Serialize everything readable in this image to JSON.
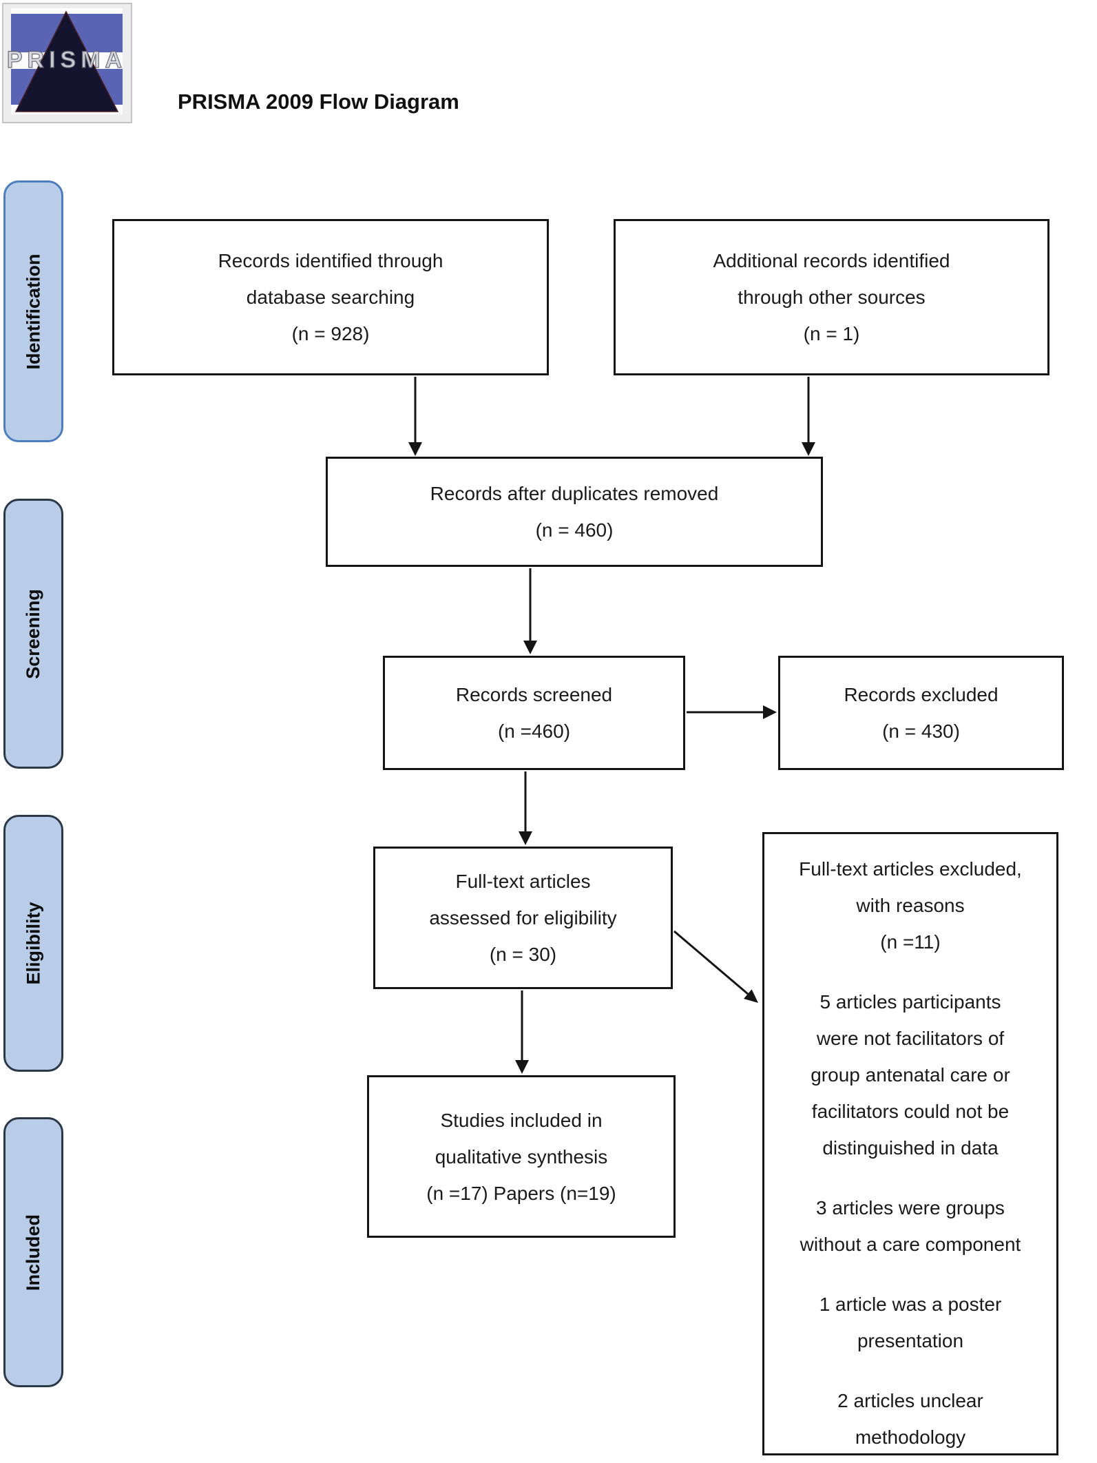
{
  "header": {
    "logo_text": "PRISMA",
    "title": "PRISMA 2009 Flow Diagram"
  },
  "stages": [
    {
      "label": "Identification"
    },
    {
      "label": "Screening"
    },
    {
      "label": "Eligibility"
    },
    {
      "label": "Included"
    }
  ],
  "flow": {
    "identified_db": {
      "lines": [
        "Records identified through",
        "database searching",
        "(n = 928)"
      ]
    },
    "identified_other": {
      "lines": [
        "Additional records identified",
        "through other sources",
        "(n = 1)"
      ]
    },
    "deduplicated": {
      "lines": [
        "Records after duplicates removed",
        "(n = 460)"
      ]
    },
    "screened": {
      "lines": [
        "Records screened",
        "(n =460)"
      ]
    },
    "excluded": {
      "lines": [
        "Records excluded",
        "(n = 430)"
      ]
    },
    "fulltext_assessed": {
      "lines": [
        "Full-text articles",
        "assessed for eligibility",
        "(n = 30)"
      ]
    },
    "included_synthesis": {
      "lines": [
        "Studies included in",
        "qualitative synthesis",
        "(n =17) Papers (n=19)"
      ]
    },
    "fulltext_excluded": {
      "heading": [
        "Full-text articles excluded,",
        "with reasons",
        "(n =11)"
      ],
      "reasons": [
        [
          "5 articles participants",
          "were not facilitators of",
          "group antenatal care or",
          "facilitators could not be",
          "distinguished in data"
        ],
        [
          "3 articles were groups",
          "without a care component"
        ],
        [
          "1 article was a poster",
          "presentation"
        ],
        [
          "2 articles unclear",
          "methodology"
        ]
      ]
    }
  },
  "colors": {
    "stage-fill": "#b9cde8",
    "stage-border-light": "#4d7dbf",
    "stage-border-dark": "#2a3848",
    "box-border": "#141414",
    "text": "#1a1a1a",
    "logo-blue": "#5a64b4",
    "logo-navy": "#14142e",
    "logo-frame": "#ededed",
    "logo-frame-border": "#c4c4c4"
  }
}
